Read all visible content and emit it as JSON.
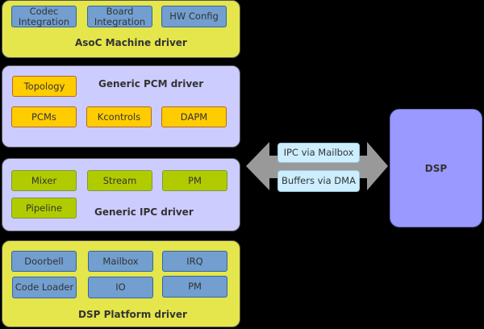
{
  "machine_driver": {
    "title": "AsoC Machine driver",
    "items": [
      "Codec Integration",
      "Board Integration",
      "HW Config"
    ]
  },
  "pcm_driver": {
    "title": "Generic PCM driver",
    "items": [
      "Topology",
      "PCMs",
      "Kcontrols",
      "DAPM"
    ]
  },
  "ipc_driver": {
    "title": "Generic IPC driver",
    "items": [
      "Mixer",
      "Stream",
      "PM",
      "Pipeline"
    ]
  },
  "platform_driver": {
    "title": "DSP Platform driver",
    "items": [
      "Doorbell",
      "Mailbox",
      "IRQ",
      "Code Loader",
      "IO",
      "PM"
    ]
  },
  "link": {
    "labels": [
      "IPC via Mailbox",
      "Buffers via DMA"
    ],
    "arrow_icon": "double-headed-arrow"
  },
  "dsp": {
    "title": "DSP"
  },
  "colors": {
    "driver_yellow": "#e5e54c",
    "driver_lavender": "#ccccff",
    "blue_box": "#729fcf",
    "orange_box": "#ffcc00",
    "green_box": "#b0cc00",
    "link_box": "#cceeff",
    "dsp": "#9999ff",
    "arrow": "#999999"
  }
}
